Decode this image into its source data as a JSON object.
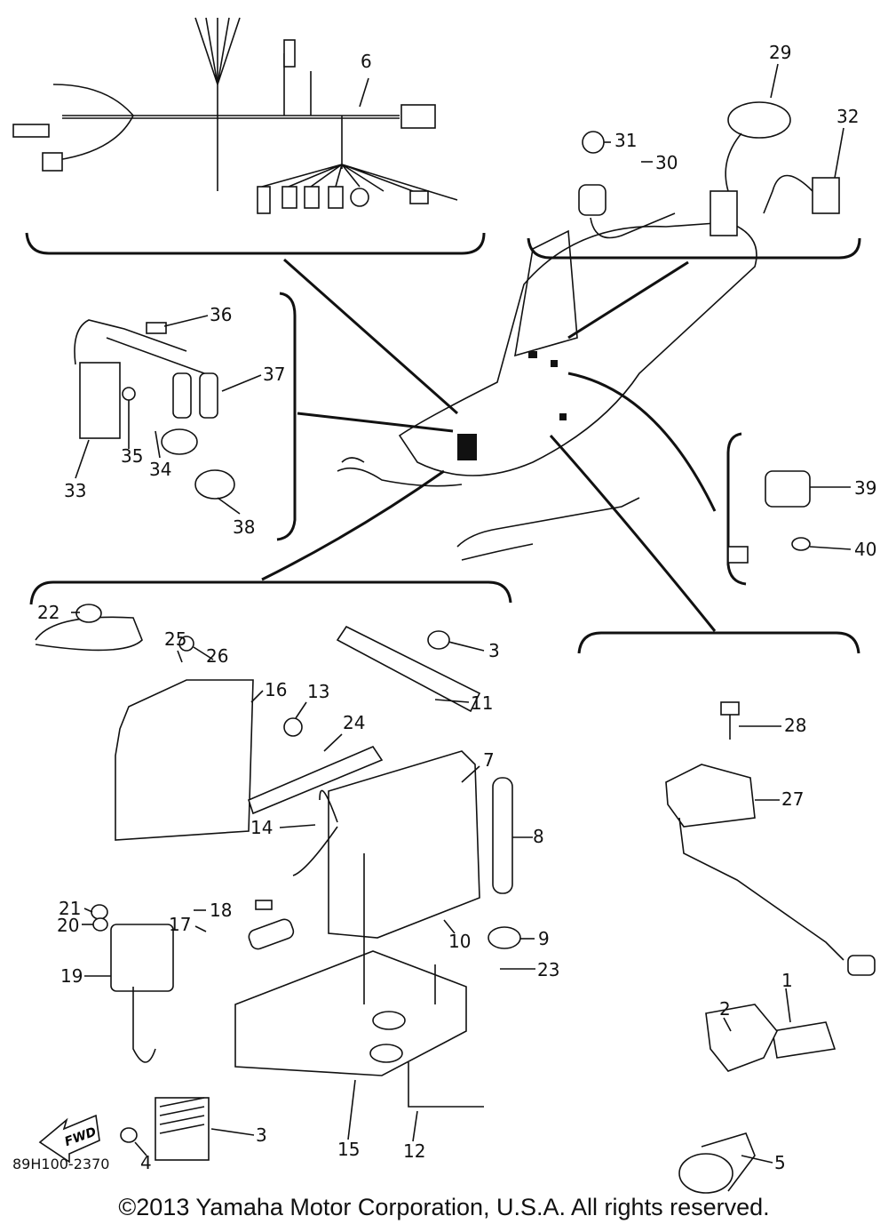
{
  "diagram": {
    "part_numbers": [
      "6",
      "29",
      "32",
      "31",
      "30",
      "36",
      "37",
      "33",
      "35",
      "34",
      "38",
      "39",
      "40",
      "22",
      "25",
      "26",
      "3",
      "11",
      "16",
      "13",
      "24",
      "7",
      "28",
      "27",
      "14",
      "8",
      "21",
      "20",
      "18",
      "17",
      "9",
      "10",
      "19",
      "23",
      "1",
      "2",
      "3",
      "4",
      "15",
      "12",
      "5"
    ],
    "fwd_label": "FWD",
    "drawing_code": "89H100-2370"
  },
  "footer": {
    "copyright": "©2013 Yamaha Motor Corporation, U.S.A. All rights reserved."
  }
}
